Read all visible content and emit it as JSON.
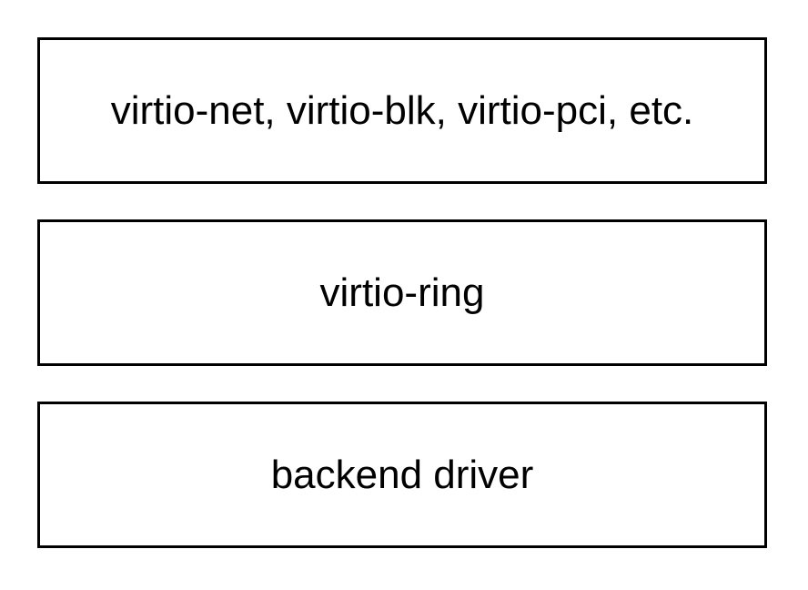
{
  "diagram": {
    "layers": [
      {
        "label": "virtio-net, virtio-blk, virtio-pci, etc."
      },
      {
        "label": "virtio-ring"
      },
      {
        "label": "backend driver"
      }
    ]
  },
  "colors": {
    "background": "#ffffff",
    "border": "#000000",
    "text": "#000000"
  }
}
